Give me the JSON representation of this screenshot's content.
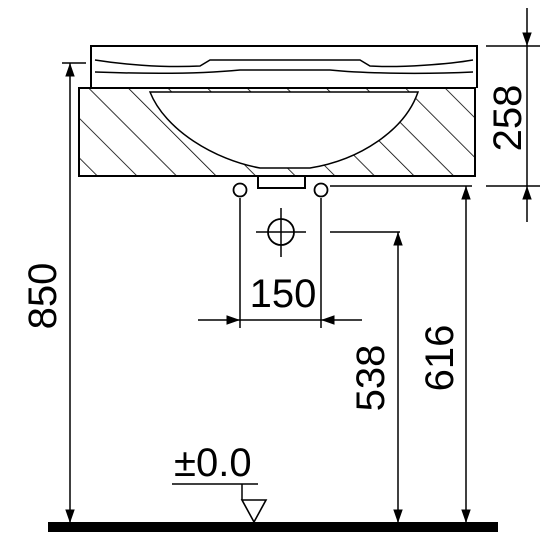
{
  "diagram": {
    "dimensions": {
      "basin_height": "258",
      "total_height": "850",
      "drain_spacing": "150",
      "drain_height": "538",
      "connection_height": "616",
      "floor_level": "±0.0"
    },
    "colors": {
      "line": "#000000",
      "background": "#ffffff"
    }
  }
}
